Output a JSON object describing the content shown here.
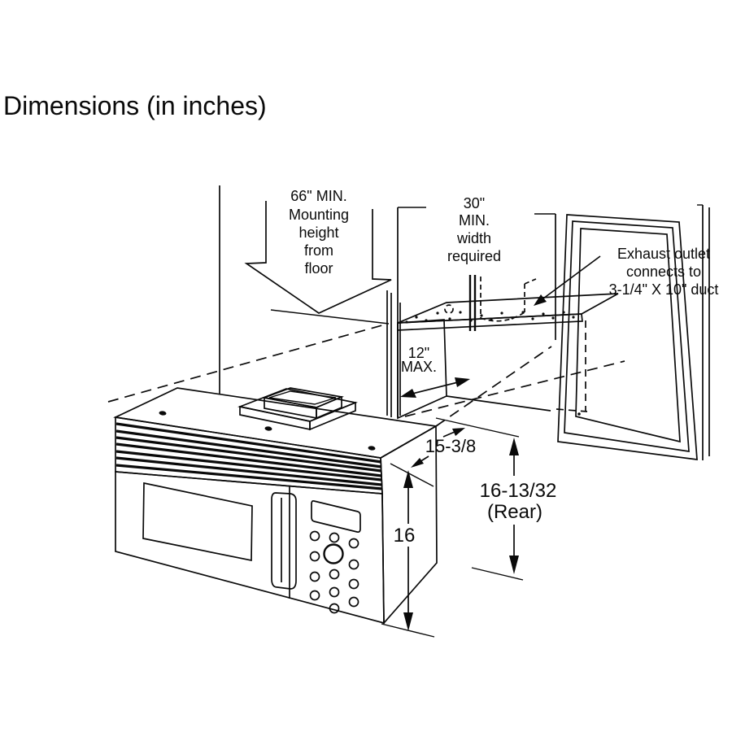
{
  "title": "Dimensions (in inches)",
  "labels": {
    "mounting_height": [
      "66\" MIN.",
      "Mounting",
      "height",
      "from",
      "floor"
    ],
    "min_width": [
      "30\"",
      "MIN.",
      "width",
      "required"
    ],
    "exhaust_outlet": [
      "Exhaust outlet",
      "connects to",
      "3-1/4\" X 10\" duct"
    ],
    "depth_max": [
      "12\"",
      "MAX."
    ],
    "top_depth": "15-3/8",
    "front_height": "16",
    "rear_height": "16-13/32",
    "rear_height_note": "(Rear)"
  }
}
